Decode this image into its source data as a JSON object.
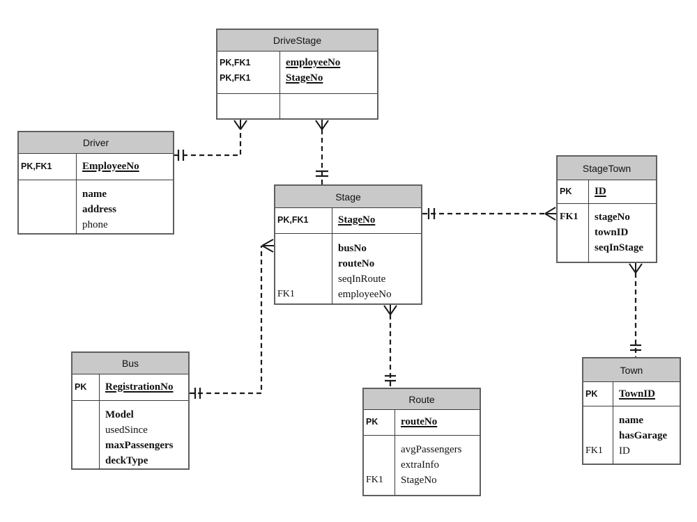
{
  "diagram_type": "entity-relationship-diagram",
  "colors": {
    "header_fill": "#c9c9c9",
    "border": "#5f5f5f",
    "line": "#1a1a1a",
    "background": "#ffffff"
  },
  "entities": [
    {
      "title": "DriveStage",
      "sections": [
        {
          "rows": [
            {
              "key": "PK,FK1",
              "attr": "employeeNo",
              "attr_bold": true,
              "attr_underline": true
            },
            {
              "key": "PK,FK1",
              "attr": "StageNo",
              "attr_bold": true,
              "attr_underline": true
            }
          ]
        },
        {
          "rows": [
            {
              "key": "",
              "attr": ""
            }
          ]
        }
      ]
    },
    {
      "title": "Driver",
      "sections": [
        {
          "rows": [
            {
              "key": "PK,FK1",
              "attr": "EmployeeNo",
              "attr_bold": true,
              "attr_underline": true
            }
          ]
        },
        {
          "rows": [
            {
              "key": "",
              "attr": "name",
              "attr_bold": true
            },
            {
              "key": "",
              "attr": "address",
              "attr_bold": true
            },
            {
              "key": "",
              "attr": "phone",
              "attr_bold": false
            }
          ]
        }
      ]
    },
    {
      "title": "StageTown",
      "sections": [
        {
          "rows": [
            {
              "key": "PK",
              "attr": "ID",
              "attr_bold": true,
              "attr_underline": true
            }
          ]
        },
        {
          "rows": [
            {
              "key": "FK1",
              "key_serif": true,
              "attr": "stageNo",
              "attr_bold": true
            },
            {
              "key": "",
              "attr": "townID",
              "attr_bold": true
            },
            {
              "key": "",
              "attr": "seqInStage",
              "attr_bold": true
            }
          ]
        }
      ]
    },
    {
      "title": "Stage",
      "sections": [
        {
          "rows": [
            {
              "key": "PK,FK1",
              "attr": "StageNo",
              "attr_bold": true,
              "attr_underline": true
            }
          ]
        },
        {
          "rows": [
            {
              "key": "",
              "attr": "busNo",
              "attr_bold": true
            },
            {
              "key": "",
              "attr": "routeNo",
              "attr_bold": true
            },
            {
              "key": "",
              "attr": "seqInRoute",
              "attr_bold": false
            },
            {
              "key": "FK1",
              "key_serif": true,
              "key_bold": false,
              "attr": "employeeNo",
              "attr_bold": false
            }
          ]
        }
      ]
    },
    {
      "title": "Bus",
      "sections": [
        {
          "rows": [
            {
              "key": "PK",
              "attr": "RegistrationNo",
              "attr_bold": true,
              "attr_underline": true
            }
          ]
        },
        {
          "rows": [
            {
              "key": "",
              "attr": "Model",
              "attr_bold": true
            },
            {
              "key": "",
              "attr": "usedSince",
              "attr_bold": false
            },
            {
              "key": "",
              "attr": "maxPassengers",
              "attr_bold": true
            },
            {
              "key": "",
              "attr": "deckType",
              "attr_bold": true
            }
          ]
        }
      ]
    },
    {
      "title": "Route",
      "sections": [
        {
          "rows": [
            {
              "key": "PK",
              "attr": "routeNo",
              "attr_bold": true,
              "attr_underline": true
            }
          ]
        },
        {
          "rows": [
            {
              "key": "",
              "attr": "avgPassengers",
              "attr_bold": false
            },
            {
              "key": "",
              "attr": "extraInfo",
              "attr_bold": false
            },
            {
              "key": "FK1",
              "key_serif": true,
              "key_bold": false,
              "attr": "StageNo",
              "attr_bold": false
            }
          ]
        }
      ]
    },
    {
      "title": "Town",
      "sections": [
        {
          "rows": [
            {
              "key": "PK",
              "attr": "TownID",
              "attr_bold": true,
              "attr_underline": true
            }
          ]
        },
        {
          "rows": [
            {
              "key": "",
              "attr": "name",
              "attr_bold": true
            },
            {
              "key": "",
              "attr": "hasGarage",
              "attr_bold": true
            },
            {
              "key": "FK1",
              "key_serif": true,
              "key_bold": false,
              "attr": "ID",
              "attr_bold": false
            }
          ]
        }
      ]
    }
  ],
  "relationships": [
    {
      "from": "Driver",
      "to": "DriveStage",
      "from_cardinality": "one-and-only-one",
      "to_cardinality": "many",
      "line_style": "dashed"
    },
    {
      "from": "Stage",
      "to": "DriveStage",
      "from_cardinality": "one-and-only-one",
      "to_cardinality": "many",
      "line_style": "dashed"
    },
    {
      "from": "Stage",
      "to": "StageTown",
      "from_cardinality": "one-and-only-one",
      "to_cardinality": "many",
      "line_style": "dashed"
    },
    {
      "from": "Bus",
      "to": "Stage",
      "from_cardinality": "one-and-only-one",
      "to_cardinality": "many",
      "line_style": "dashed"
    },
    {
      "from": "Route",
      "to": "Stage",
      "from_cardinality": "one-and-only-one",
      "to_cardinality": "many",
      "line_style": "dashed"
    },
    {
      "from": "Town",
      "to": "StageTown",
      "from_cardinality": "one-and-only-one",
      "to_cardinality": "many",
      "line_style": "dashed"
    }
  ]
}
